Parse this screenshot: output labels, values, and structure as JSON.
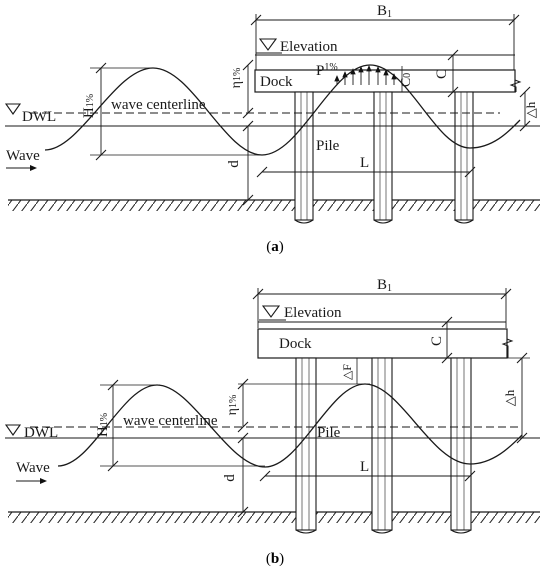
{
  "panel_a": {
    "caption_open": "(",
    "caption_letter": "a",
    "caption_close": ")",
    "labels": {
      "b1": "B",
      "b1_sub": "1",
      "elevation": "Elevation",
      "dock": "Dock",
      "eta": "η",
      "eta_sub": "1%",
      "p": "P",
      "p_sup": "1%",
      "c0": "C",
      "c0_sub": "0",
      "c": "C",
      "dh": "△h",
      "dwl": "DWL",
      "h": "H",
      "h_sub": "1%",
      "centerline": "wave centerline",
      "wave": "Wave",
      "pile": "Pile",
      "l": "L",
      "d": "d"
    }
  },
  "panel_b": {
    "caption_open": "(",
    "caption_letter": "b",
    "caption_close": ")",
    "labels": {
      "b1": "B",
      "b1_sub": "1",
      "elevation": "Elevation",
      "dock": "Dock",
      "c": "C",
      "df": "△F",
      "dh": "△h",
      "eta": "η",
      "eta_sub": "1%",
      "dwl": "DWL",
      "h": "H",
      "h_sub": "1%",
      "centerline": "wave centerline",
      "wave": "Wave",
      "pile": "Pile",
      "l": "L",
      "d": "d"
    }
  }
}
